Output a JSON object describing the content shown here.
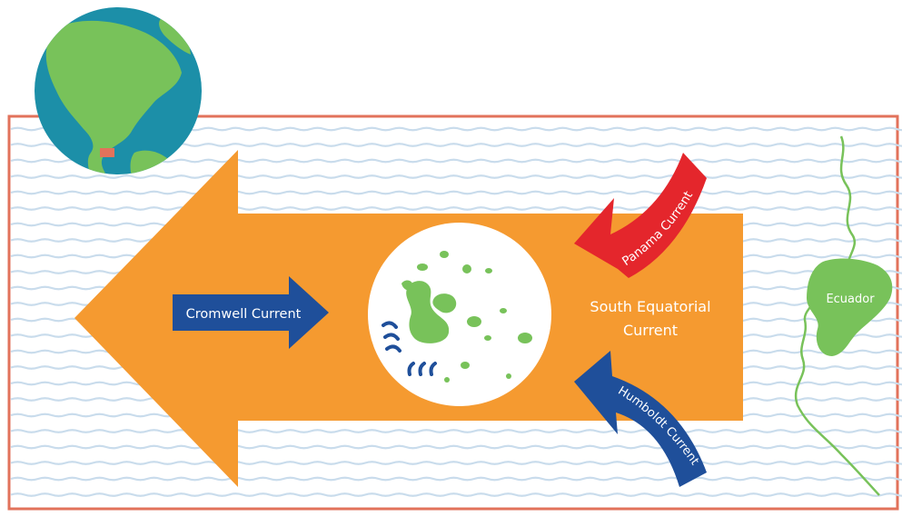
{
  "labels": {
    "cromwell": "Cromwell Current",
    "south_equatorial_line1": "South Equatorial",
    "south_equatorial_line2": "Current",
    "panama": "Panama Current",
    "humboldt": "Humboldt Current",
    "ecuador": "Ecuador"
  },
  "colors": {
    "orange_current": "#f59a30",
    "blue_current": "#1f4f9a",
    "red_current": "#e4262c",
    "land_green": "#78c25a",
    "frame_border": "#e2725b",
    "ocean_wave": "#c9dcec",
    "globe_ocean": "#1c8fa8"
  }
}
